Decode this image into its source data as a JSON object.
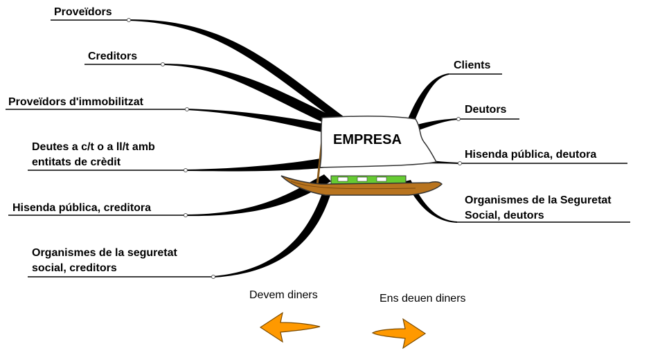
{
  "center": {
    "label": "EMPRESA"
  },
  "left_branches": [
    {
      "label": "Proveïdors"
    },
    {
      "label": "Creditors"
    },
    {
      "label": "Proveïdors d'immobilitzat"
    },
    {
      "label": "Deutes a c/t o a ll/t amb",
      "label2": "entitats de crèdit"
    },
    {
      "label": "Hisenda pública, creditora"
    },
    {
      "label": "Organismes de la seguretat",
      "label2": "social, creditors"
    }
  ],
  "right_branches": [
    {
      "label": "Clients"
    },
    {
      "label": "Deutors"
    },
    {
      "label": "Hisenda pública, deutora"
    },
    {
      "label": "Organismes de la Seguretat",
      "label2": "Social, deutors"
    }
  ],
  "legend": {
    "left": {
      "label": "Devem diners"
    },
    "right": {
      "label": "Ens deuen diners"
    }
  },
  "colors": {
    "branch": "#000000",
    "arrow": "#FF9900",
    "hull": "#B8741F",
    "deck": "#66CC33",
    "sail": "#FFFFFF"
  }
}
